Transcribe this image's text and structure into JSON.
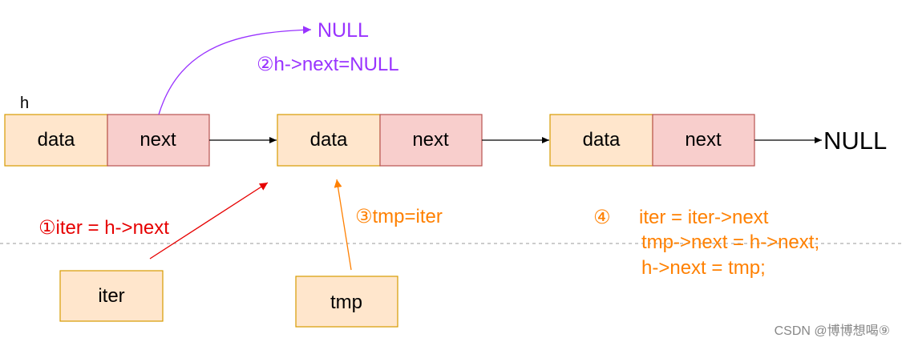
{
  "colors": {
    "data_fill": "#FFE6CC",
    "data_stroke": "#D79B00",
    "next_fill": "#F8CECC",
    "next_stroke": "#B85450",
    "purple": "#9933FF",
    "red": "#E60000",
    "orange": "#FF8000",
    "black": "#000000",
    "dashed_line": "#BBBBBB",
    "watermark": "#888888"
  },
  "diagram": {
    "head_label": "h",
    "nodes": [
      {
        "data_label": "data",
        "next_label": "next"
      },
      {
        "data_label": "data",
        "next_label": "next"
      },
      {
        "data_label": "data",
        "next_label": "next"
      }
    ],
    "tail_null": "NULL",
    "top_null": "NULL",
    "pointer_iter": "iter",
    "pointer_tmp": "tmp",
    "step1": "①iter = h->next",
    "step2": "②h->next=NULL",
    "step3": "③tmp=iter",
    "step4_marker": "④",
    "step4_lines": [
      "iter = iter->next",
      "tmp->next = h->next;",
      "h->next = tmp;"
    ]
  },
  "watermark": "CSDN @博博想喝⑨"
}
